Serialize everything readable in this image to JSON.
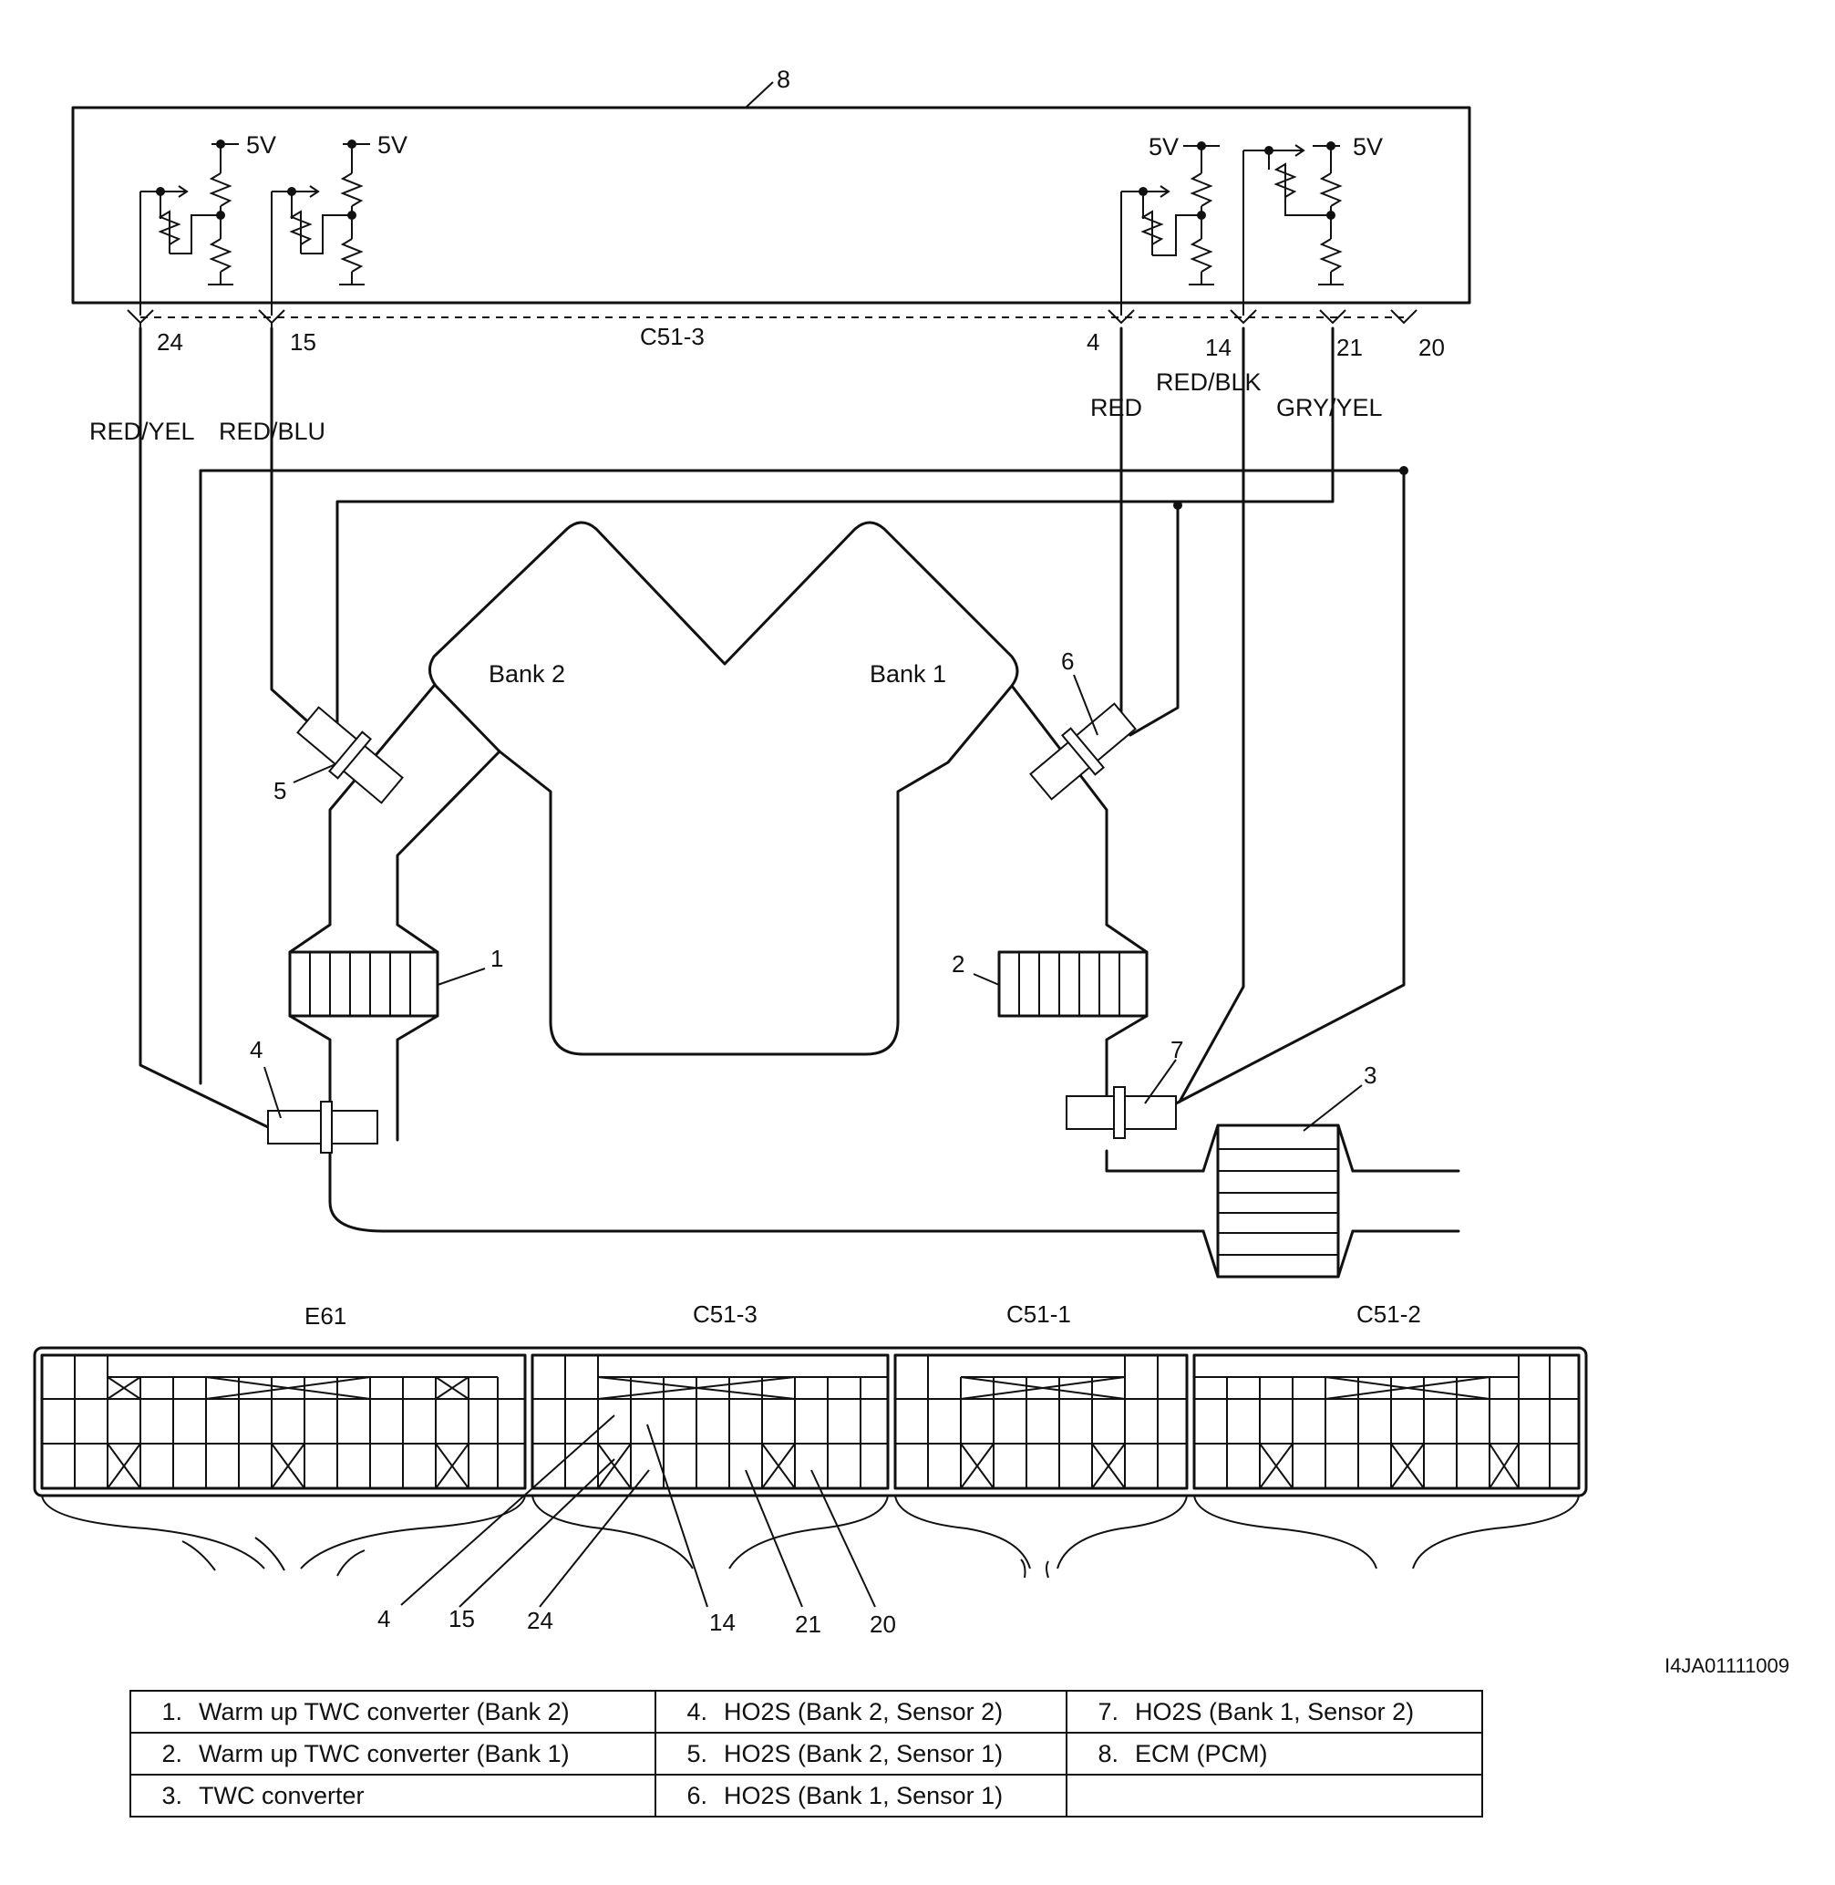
{
  "labels": {
    "ecm_number": "8",
    "volt": "5V",
    "connector_main": "C51-3",
    "bank2": "Bank 2",
    "bank1": "Bank 1",
    "wires": {
      "red_yel": "RED/YEL",
      "red_blu": "RED/BLU",
      "red": "RED",
      "red_blk": "RED/BLK",
      "gry_yel": "GRY/YEL"
    },
    "pins": {
      "p24": "24",
      "p15": "15",
      "p4": "4",
      "p14": "14",
      "p21": "21",
      "p20": "20"
    },
    "components": {
      "c1": "1",
      "c2": "2",
      "c3": "3",
      "c4": "4",
      "c5": "5",
      "c6": "6",
      "c7": "7"
    },
    "connectors": {
      "e61": "E61",
      "c513": "C51-3",
      "c511": "C51-1",
      "c512": "C51-2"
    },
    "figure_code": "I4JA01111009"
  },
  "legend": {
    "rows": [
      [
        {
          "n": "1.",
          "t": "Warm up TWC converter (Bank 2)"
        },
        {
          "n": "4.",
          "t": "HO2S (Bank 2, Sensor 2)"
        },
        {
          "n": "7.",
          "t": "HO2S (Bank 1, Sensor 2)"
        }
      ],
      [
        {
          "n": "2.",
          "t": "Warm up TWC converter (Bank 1)"
        },
        {
          "n": "5.",
          "t": "HO2S (Bank 2, Sensor 1)"
        },
        {
          "n": "8.",
          "t": "ECM (PCM)"
        }
      ],
      [
        {
          "n": "3.",
          "t": "TWC converter"
        },
        {
          "n": "6.",
          "t": "HO2S (Bank 1, Sensor 1)"
        },
        {
          "n": "",
          "t": ""
        }
      ]
    ]
  }
}
